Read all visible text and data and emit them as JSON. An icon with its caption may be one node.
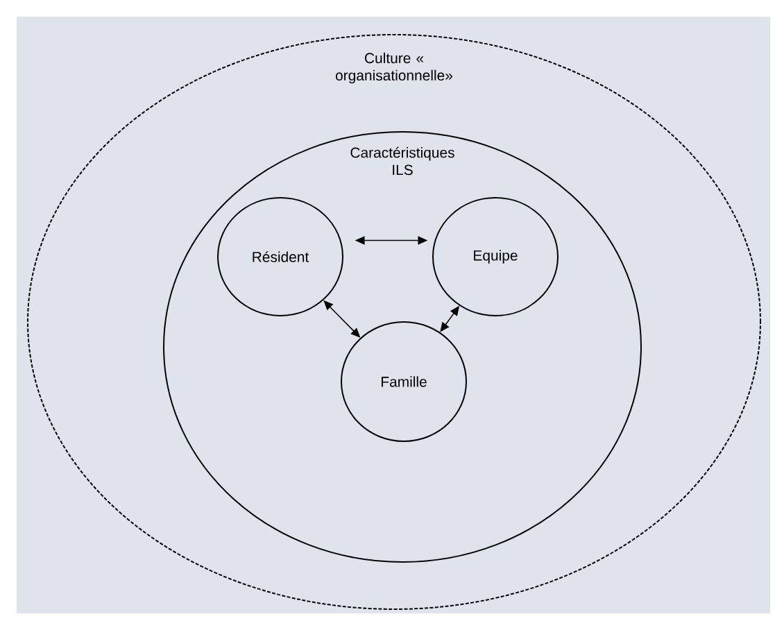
{
  "diagram": {
    "nodes": [
      {
        "text": [
          "Culture « organisationnelle»"
        ]
      },
      {
        "text": [
          "Caractéristiques ILS"
        ],
        "in": 0
      },
      {
        "text": [
          "Résident"
        ],
        "in": 1
      },
      {
        "text": [
          "Equipe"
        ],
        "in": 1
      },
      {
        "text": [
          "Famille"
        ],
        "in": 1
      }
    ],
    "edges": [
      {
        "from": 2,
        "to": 3,
        "arrow": "both"
      },
      {
        "from": 2,
        "to": 4,
        "arrow": "both"
      },
      {
        "from": 3,
        "to": 4,
        "arrow": "both"
      }
    ]
  }
}
